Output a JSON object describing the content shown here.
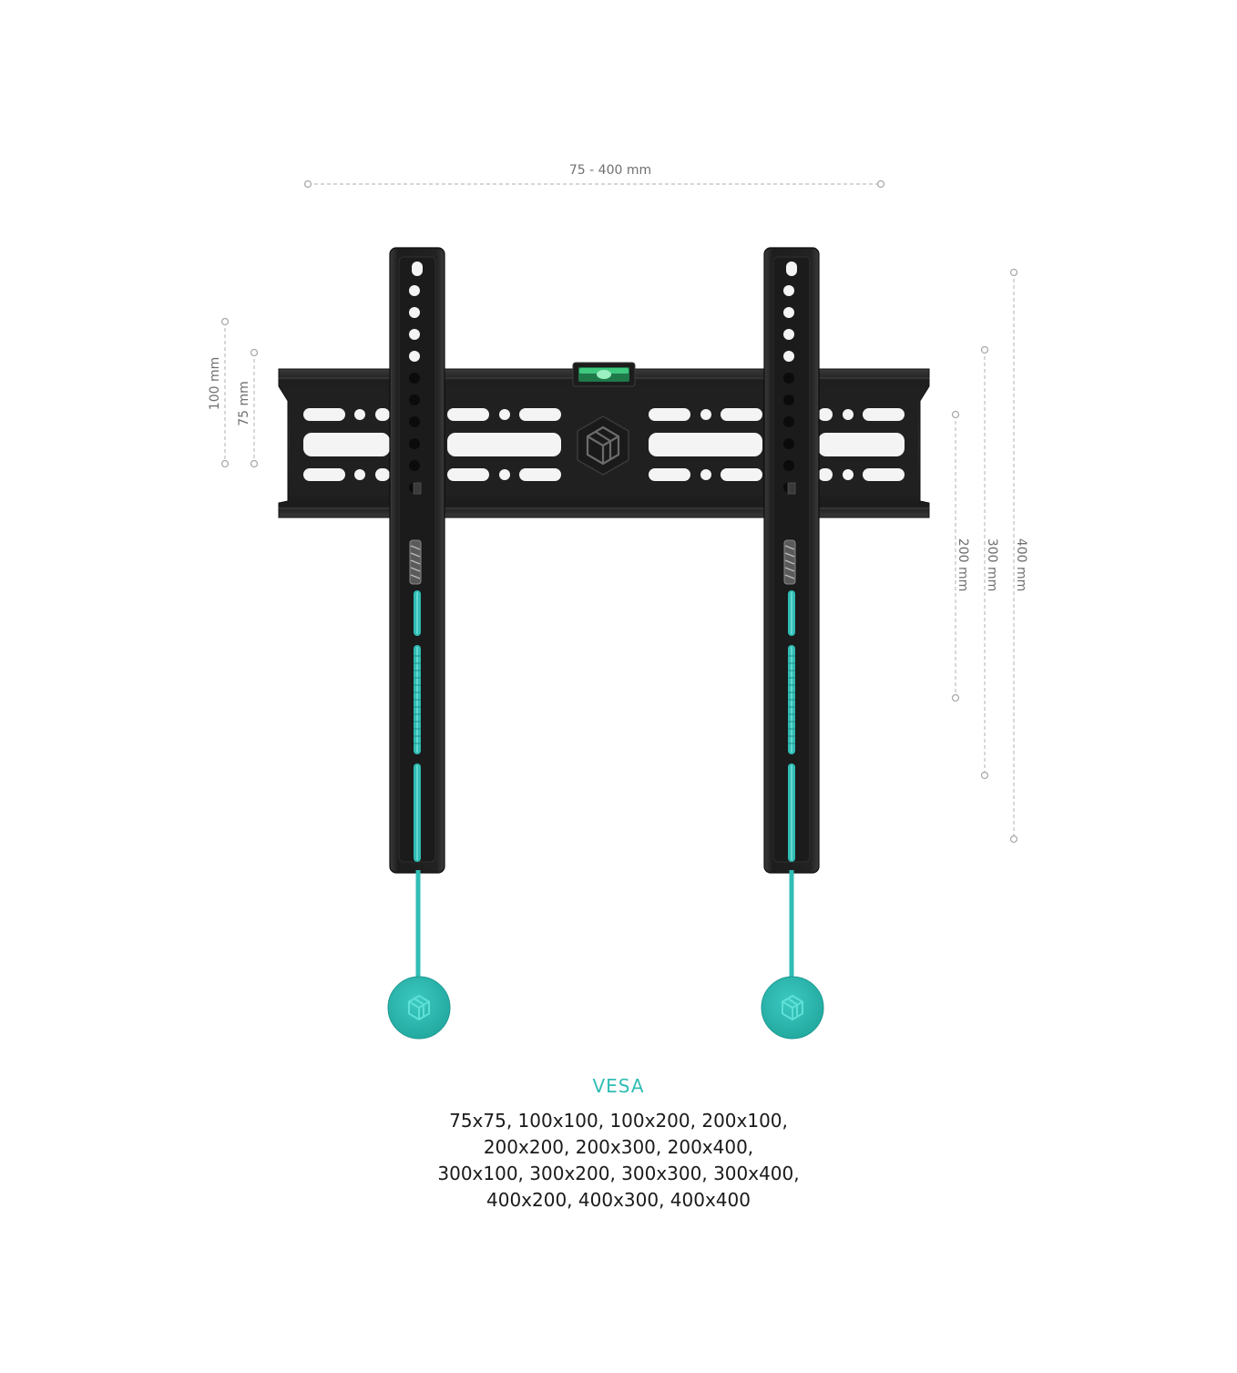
{
  "dimensions": {
    "width_range": "75 - 400 mm",
    "left_outer": "100 mm",
    "left_inner": "75 mm",
    "right_small": "200 mm",
    "right_mid": "300 mm",
    "right_large": "400 mm"
  },
  "vesa": {
    "title": "VESA",
    "lines": [
      "75x75, 100x100, 100x200, 200x100,",
      "200x200, 200x300, 200x400,",
      "300x100, 300x200, 300x300, 300x400,",
      "400x200, 400x300, 400x400"
    ]
  },
  "icons": {
    "brand": "brand-cube-icon",
    "level": "bubble-level-icon",
    "pull": "pull-tab-icon"
  },
  "colors": {
    "accent": "#2fbdb4",
    "metal": "#232323",
    "dimension": "#b8b8b8"
  }
}
